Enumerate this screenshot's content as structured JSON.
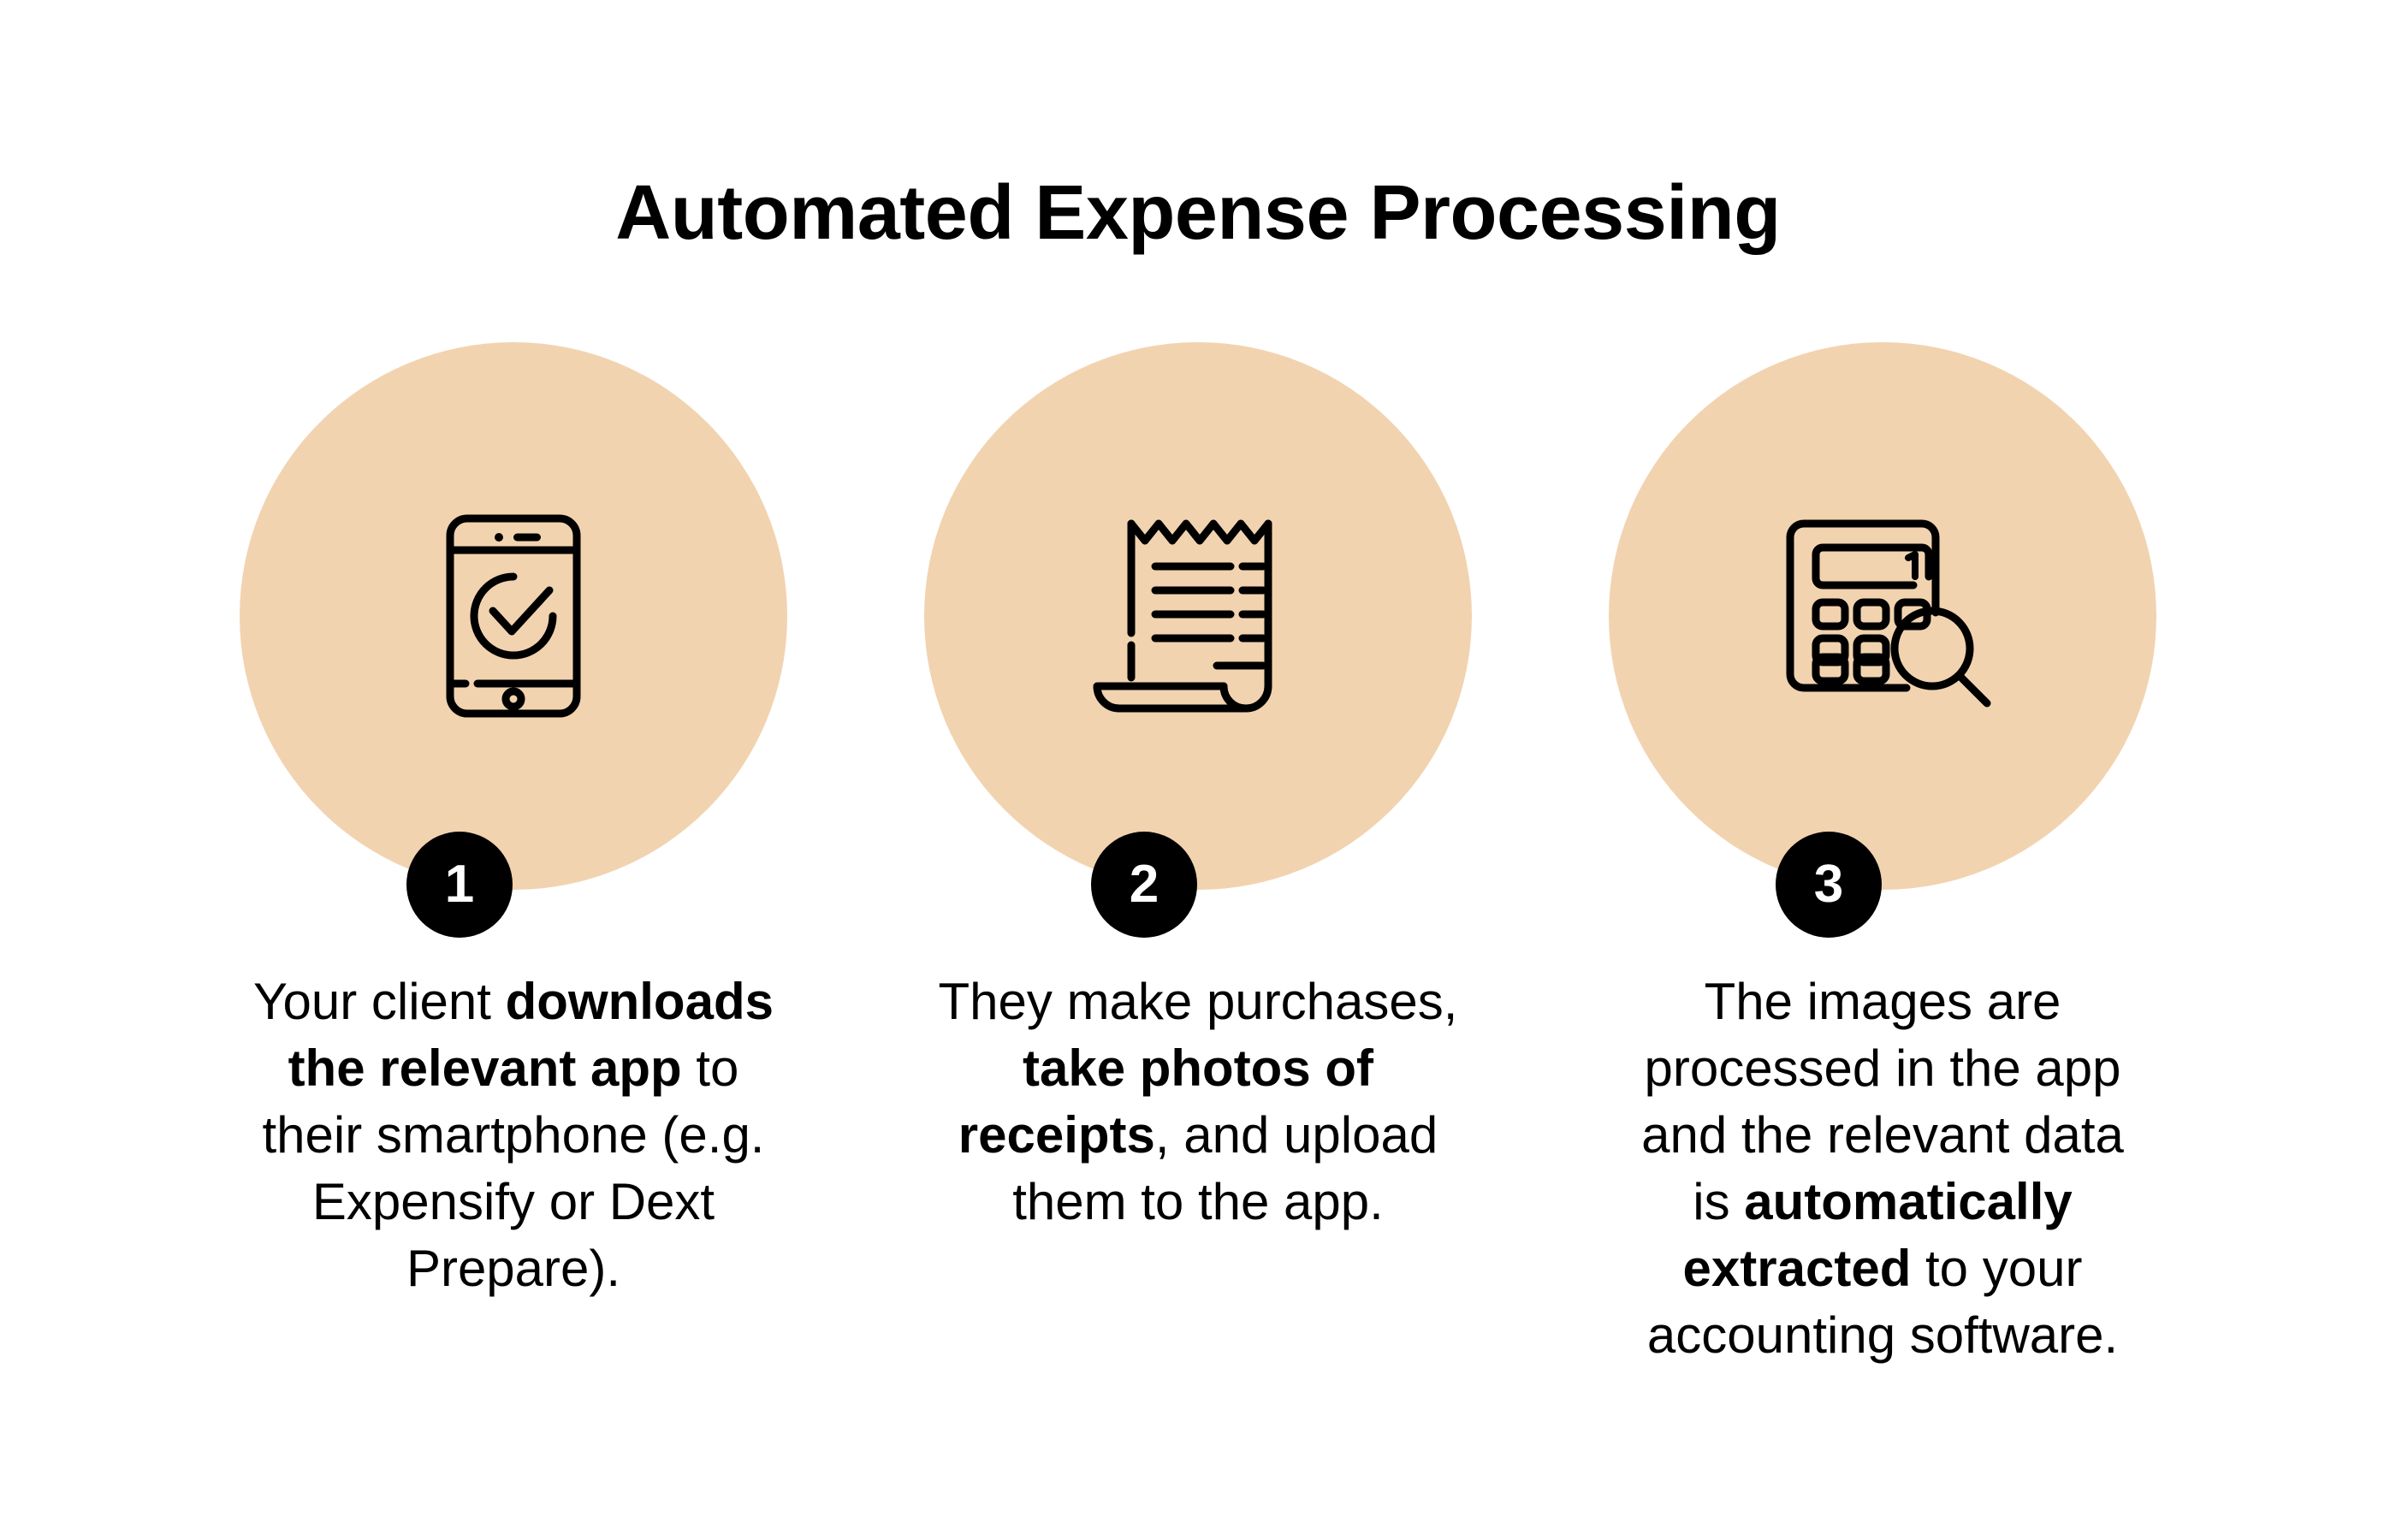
{
  "page": {
    "title": "Automated Expense Processing",
    "background_color": "#FFFFFF",
    "accent_color": "#F2D3B0",
    "badge_color": "#000000",
    "badge_text_color": "#FFFFFF",
    "text_color": "#000000"
  },
  "steps": [
    {
      "number": "1",
      "icon_name": "smartphone-check-icon",
      "caption_html": "Your client <b>downloads the relevant app</b> to their smartphone (e.g. Expensify or Dext Prepare).",
      "caption_plain": "Your client downloads the relevant app to their smartphone (e.g. Expensify or Dext Prepare).",
      "caption_bold_parts": [
        "downloads the relevant app"
      ]
    },
    {
      "number": "2",
      "icon_name": "receipt-icon",
      "caption_html": "They make purchases, <b>take photos of receipts</b>, and upload them to the app.",
      "caption_plain": "They make purchases, take photos of receipts, and upload them to the app.",
      "caption_bold_parts": [
        "take photos of receipts"
      ]
    },
    {
      "number": "3",
      "icon_name": "calculator-magnifier-icon",
      "caption_html": "The images are processed in the app and the relevant data is <b>automatically extracted</b> to your accounting software.",
      "caption_plain": "The images are processed in the app and the relevant data is automatically extracted to your accounting software.",
      "caption_bold_parts": [
        "automatically extracted"
      ]
    }
  ]
}
